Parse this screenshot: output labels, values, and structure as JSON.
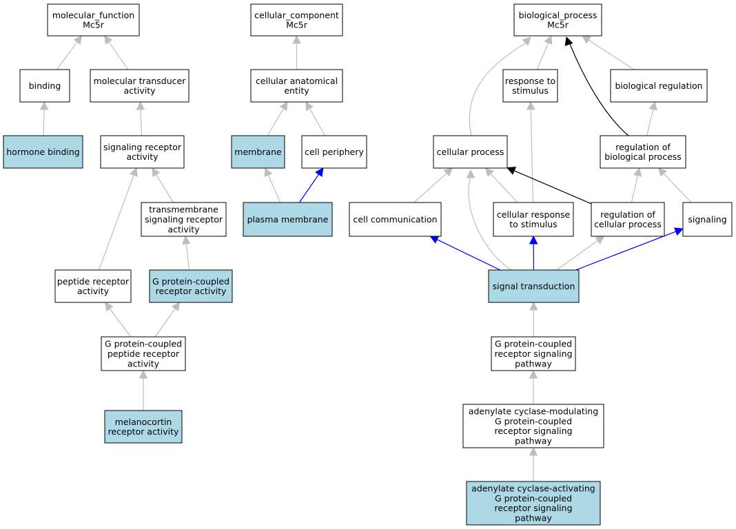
{
  "colors": {
    "plain": "#ffffff",
    "highlight": "#add8e6",
    "edge_default": "#bebebe",
    "edge_black": "#000000",
    "edge_blue": "#0000ee"
  },
  "nodes": [
    {
      "id": "mf",
      "lines": [
        "molecular_function",
        "Mc5r"
      ],
      "highlight": false
    },
    {
      "id": "binding",
      "lines": [
        "binding"
      ],
      "highlight": false
    },
    {
      "id": "mta",
      "lines": [
        "molecular transducer",
        "activity"
      ],
      "highlight": false
    },
    {
      "id": "hormone",
      "lines": [
        "hormone binding"
      ],
      "highlight": true
    },
    {
      "id": "sra",
      "lines": [
        "signaling receptor",
        "activity"
      ],
      "highlight": false
    },
    {
      "id": "tsra",
      "lines": [
        "transmembrane",
        "signaling receptor",
        "activity"
      ],
      "highlight": false
    },
    {
      "id": "pra",
      "lines": [
        "peptide receptor",
        "activity"
      ],
      "highlight": false
    },
    {
      "id": "gpcra",
      "lines": [
        "G protein-coupled",
        "receptor activity"
      ],
      "highlight": true
    },
    {
      "id": "gpcpra",
      "lines": [
        "G protein-coupled",
        "peptide receptor",
        "activity"
      ],
      "highlight": false
    },
    {
      "id": "mra",
      "lines": [
        "melanocortin",
        "receptor activity"
      ],
      "highlight": true
    },
    {
      "id": "cc",
      "lines": [
        "cellular_component",
        "Mc5r"
      ],
      "highlight": false
    },
    {
      "id": "cae",
      "lines": [
        "cellular anatomical",
        "entity"
      ],
      "highlight": false
    },
    {
      "id": "membrane",
      "lines": [
        "membrane"
      ],
      "highlight": true
    },
    {
      "id": "cperiph",
      "lines": [
        "cell periphery"
      ],
      "highlight": false
    },
    {
      "id": "pm",
      "lines": [
        "plasma membrane"
      ],
      "highlight": true
    },
    {
      "id": "bp",
      "lines": [
        "biological_process",
        "Mc5r"
      ],
      "highlight": false
    },
    {
      "id": "rts",
      "lines": [
        "response to",
        "stimulus"
      ],
      "highlight": false
    },
    {
      "id": "breg",
      "lines": [
        "biological regulation"
      ],
      "highlight": false
    },
    {
      "id": "cproc",
      "lines": [
        "cellular process"
      ],
      "highlight": false
    },
    {
      "id": "rbp",
      "lines": [
        "regulation of",
        "biological process"
      ],
      "highlight": false
    },
    {
      "id": "ccomm",
      "lines": [
        "cell communication"
      ],
      "highlight": false
    },
    {
      "id": "crts",
      "lines": [
        "cellular response",
        "to stimulus"
      ],
      "highlight": false
    },
    {
      "id": "rcp",
      "lines": [
        "regulation of",
        "cellular process"
      ],
      "highlight": false
    },
    {
      "id": "sig",
      "lines": [
        "signaling"
      ],
      "highlight": false
    },
    {
      "id": "st",
      "lines": [
        "signal transduction"
      ],
      "highlight": true
    },
    {
      "id": "gpcrsp",
      "lines": [
        "G protein-coupled",
        "receptor signaling",
        "pathway"
      ],
      "highlight": false
    },
    {
      "id": "acm",
      "lines": [
        "adenylate cyclase-modulating",
        "G protein-coupled",
        "receptor signaling",
        "pathway"
      ],
      "highlight": false
    },
    {
      "id": "aca",
      "lines": [
        "adenylate cyclase-activating",
        "G protein-coupled",
        "receptor signaling",
        "pathway"
      ],
      "highlight": true
    }
  ],
  "edges": [
    {
      "from": "binding",
      "to": "mf",
      "color": "edge_default"
    },
    {
      "from": "mta",
      "to": "mf",
      "color": "edge_default"
    },
    {
      "from": "hormone",
      "to": "binding",
      "color": "edge_default"
    },
    {
      "from": "sra",
      "to": "mta",
      "color": "edge_default"
    },
    {
      "from": "tsra",
      "to": "sra",
      "color": "edge_default"
    },
    {
      "from": "pra",
      "to": "sra",
      "color": "edge_default"
    },
    {
      "from": "gpcra",
      "to": "tsra",
      "color": "edge_default"
    },
    {
      "from": "gpcpra",
      "to": "pra",
      "color": "edge_default"
    },
    {
      "from": "gpcpra",
      "to": "gpcra",
      "color": "edge_default"
    },
    {
      "from": "mra",
      "to": "gpcpra",
      "color": "edge_default"
    },
    {
      "from": "cae",
      "to": "cc",
      "color": "edge_default"
    },
    {
      "from": "membrane",
      "to": "cae",
      "color": "edge_default"
    },
    {
      "from": "cperiph",
      "to": "cae",
      "color": "edge_default"
    },
    {
      "from": "pm",
      "to": "membrane",
      "color": "edge_default"
    },
    {
      "from": "pm",
      "to": "cperiph",
      "color": "edge_blue"
    },
    {
      "from": "rts",
      "to": "bp",
      "color": "edge_default"
    },
    {
      "from": "breg",
      "to": "bp",
      "color": "edge_default"
    },
    {
      "from": "cproc",
      "to": "bp",
      "color": "edge_default",
      "curve": "cproc_bp"
    },
    {
      "from": "rbp",
      "to": "bp",
      "color": "edge_black",
      "curve": "rbp_bp"
    },
    {
      "from": "rbp",
      "to": "breg",
      "color": "edge_default"
    },
    {
      "from": "ccomm",
      "to": "cproc",
      "color": "edge_default"
    },
    {
      "from": "crts",
      "to": "cproc",
      "color": "edge_default"
    },
    {
      "from": "crts",
      "to": "rts",
      "color": "edge_default"
    },
    {
      "from": "rcp",
      "to": "cproc",
      "color": "edge_black"
    },
    {
      "from": "rcp",
      "to": "rbp",
      "color": "edge_default"
    },
    {
      "from": "sig",
      "to": "rbp",
      "color": "edge_default"
    },
    {
      "from": "st",
      "to": "ccomm",
      "color": "edge_blue"
    },
    {
      "from": "st",
      "to": "crts",
      "color": "edge_blue"
    },
    {
      "from": "st",
      "to": "rcp",
      "color": "edge_default"
    },
    {
      "from": "st",
      "to": "sig",
      "color": "edge_blue"
    },
    {
      "from": "st",
      "to": "cproc",
      "color": "edge_default",
      "curve": "st_cproc"
    },
    {
      "from": "gpcrsp",
      "to": "st",
      "color": "edge_default"
    },
    {
      "from": "acm",
      "to": "gpcrsp",
      "color": "edge_default"
    },
    {
      "from": "aca",
      "to": "acm",
      "color": "edge_default"
    }
  ]
}
